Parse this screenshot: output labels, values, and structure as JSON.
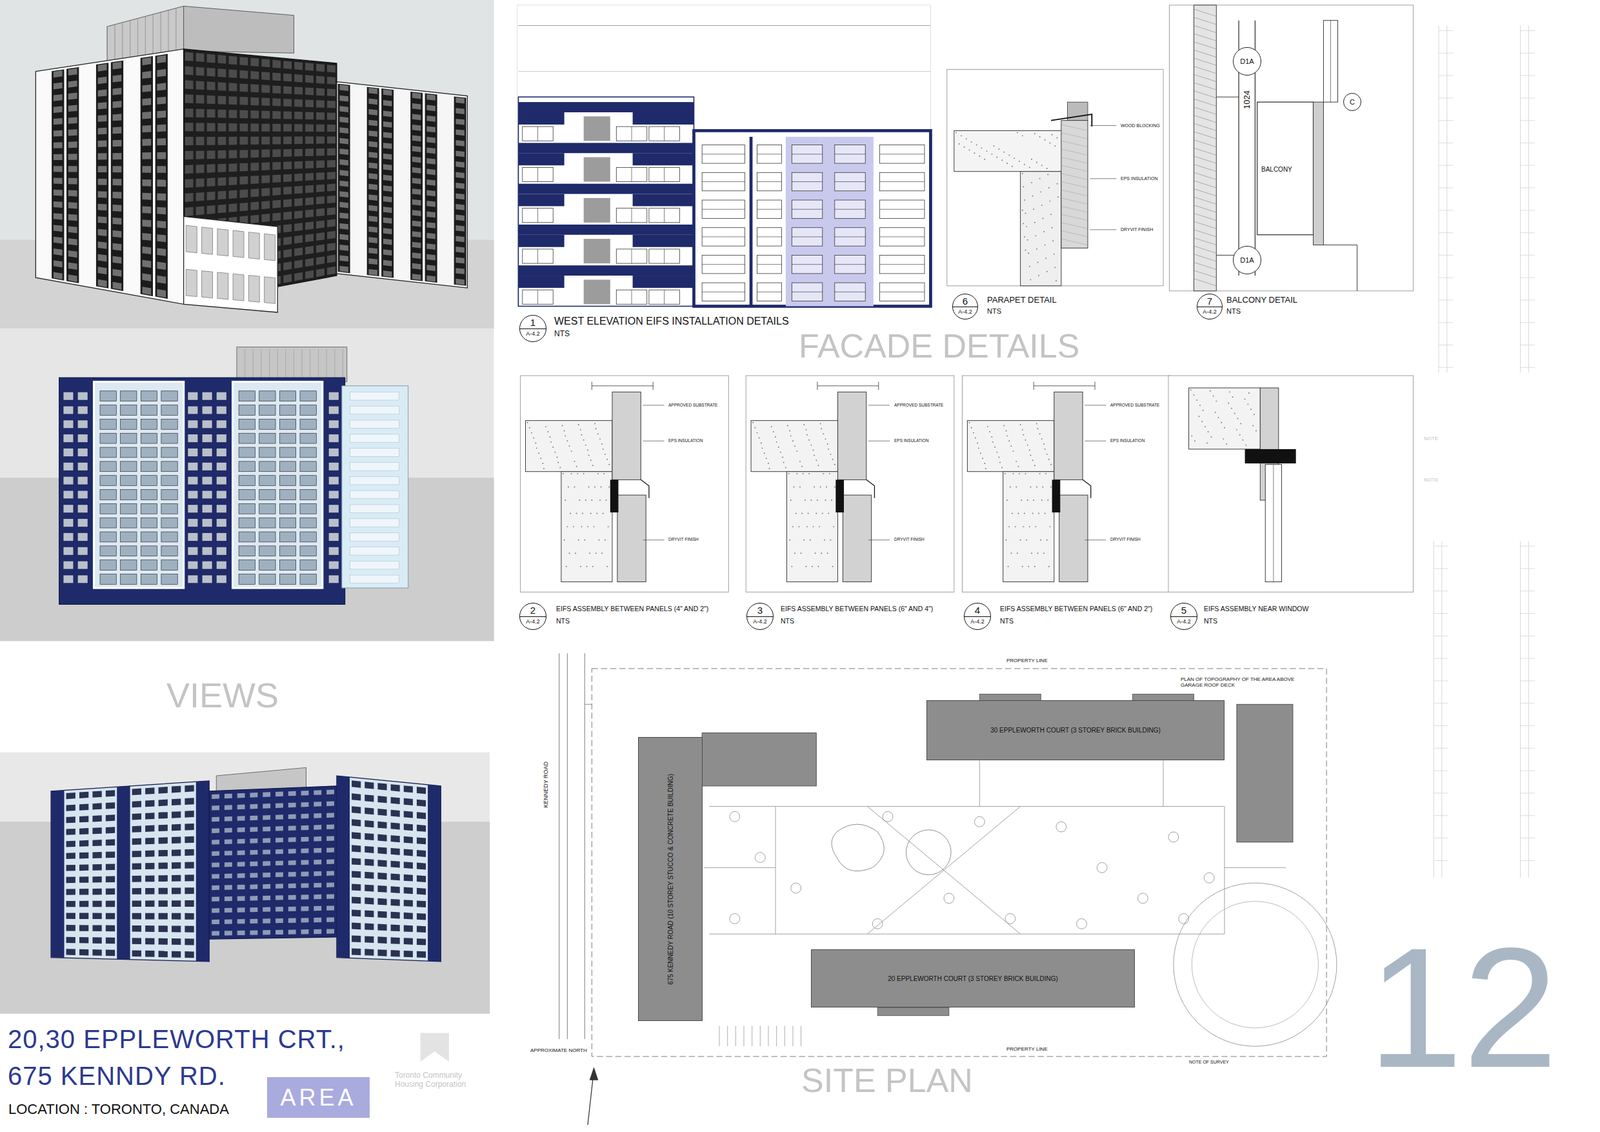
{
  "diagram": {
    "title": "20,30 EPPLEWORTH CRT., 675 KENNDY RD.",
    "nodes": [
      {
        "text": [
          "1",
          "A-4.2"
        ]
      },
      {
        "text": [
          "6",
          "A-4.2"
        ]
      },
      {
        "text": [
          "7",
          "A-4.2"
        ]
      },
      {
        "text": [
          "2",
          "A-4.2"
        ]
      },
      {
        "text": [
          "3",
          "A-4.2"
        ]
      },
      {
        "text": [
          "4",
          "A-4.2"
        ]
      },
      {
        "text": [
          "5",
          "A-4.2"
        ]
      },
      {
        "text": [
          "D1A"
        ]
      },
      {
        "text": [
          "D1A"
        ]
      },
      {
        "text": [
          "C"
        ]
      },
      {
        "text": [
          "675 KENNEDY ROAD (10 STOREY STUCCO & CONCRETE BUILDING)"
        ]
      },
      {
        "text": [
          "30 EPPLEWORTH COURT (3 STOREY BRICK BUILDING)"
        ]
      },
      {
        "text": [
          "20 EPPLEWORTH COURT (3 STOREY BRICK BUILDING)"
        ]
      },
      {
        "text": [
          "AREA"
        ]
      }
    ],
    "labels": [
      "VIEWS",
      "LOCATION : TORONTO, CANADA",
      "WEST ELEVATION EIFS INSTALLATION DETAILS",
      "NTS",
      "PARAPET DETAIL",
      "NTS",
      "BALCONY DETAIL",
      "NTS",
      "FACADE DETAILS",
      "EIFS ASSEMBLY BETWEEN PANELS (4\" AND 2\")",
      "NTS",
      "EIFS ASSEMBLY BETWEEN PANELS (6\" AND 4\")",
      "NTS",
      "EIFS ASSEMBLY BETWEEN PANELS (6\" AND 2\")",
      "NTS",
      "EIFS ASSEMBLY NEAR WINDOW",
      "NTS",
      "SITE PLAN",
      "12",
      "KENNEDY ROAD",
      "APPROXIMATE NORTH",
      "PROPERTY LINE",
      "PROPERTY LINE",
      "BALCONY",
      "1024",
      "WOOD BLOCKING",
      "EPS INSULATION",
      "DRYVIT FINISH",
      "Toronto Community Housing Corporation",
      "PLAN OF TOPOGRAPHY OF THE AREA ABOVE GARAGE ROOF DECK",
      "NOTE OF SURVEY",
      "NOTE",
      "NOTE",
      "APPROVED SUBSTRATE",
      "EPS INSULATION",
      "DRYVIT FINISH",
      "APPROVED SUBSTRATE",
      "EPS INSULATION",
      "DRYVIT FINISH",
      "APPROVED SUBSTRATE",
      "EPS INSULATION",
      "DRYVIT FINISH"
    ]
  }
}
